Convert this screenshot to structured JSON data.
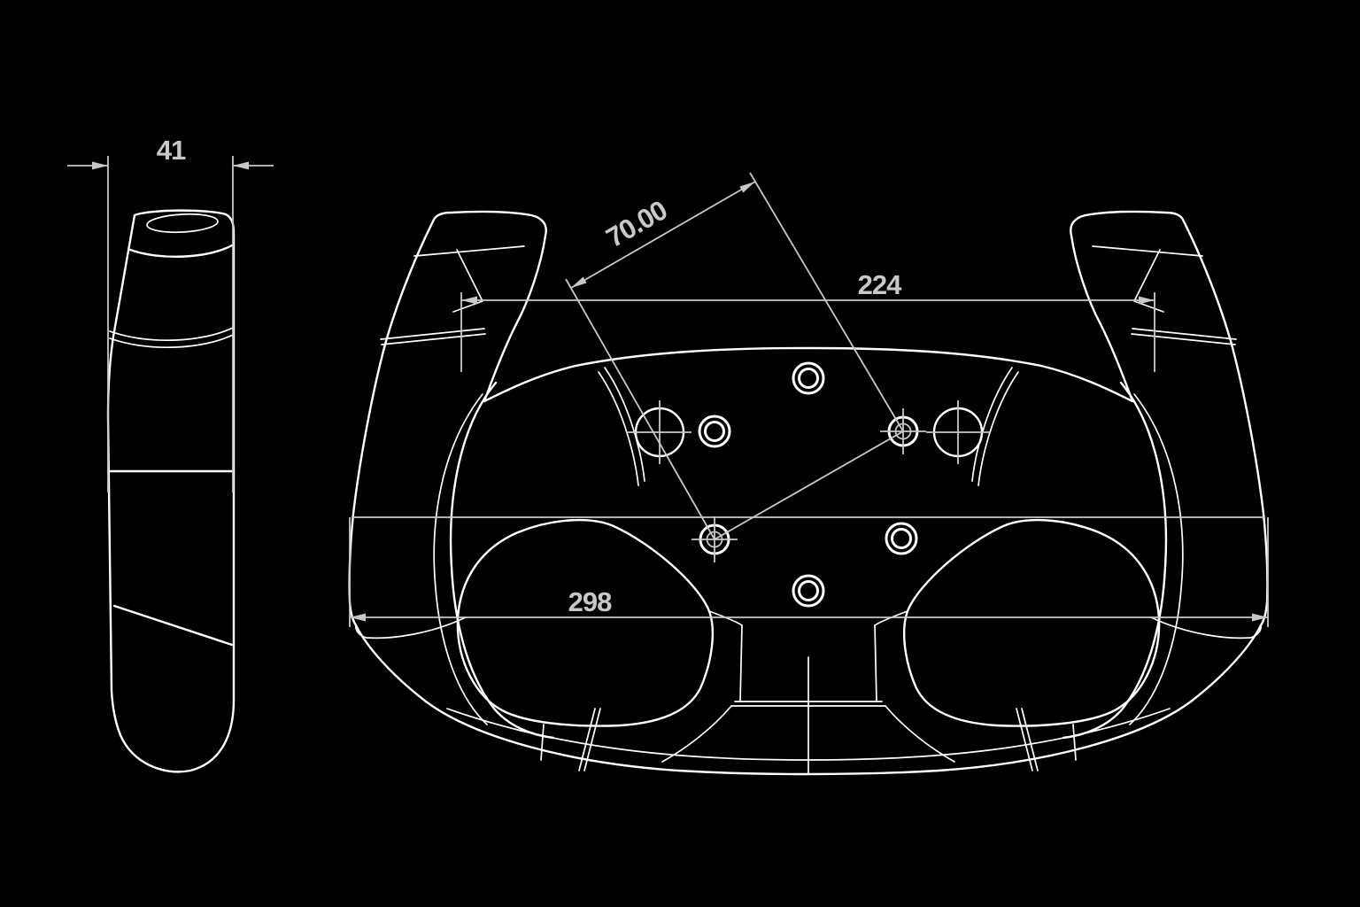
{
  "drawing": {
    "type": "technical-drawing",
    "subject": "racing steering wheel",
    "views": {
      "side": {
        "name": "side view (left)"
      },
      "front": {
        "name": "front view (right)"
      }
    },
    "dimensions": {
      "side_thickness": {
        "label": "41"
      },
      "bolt_spacing": {
        "label": "70.00"
      },
      "upper_width": {
        "label": "224"
      },
      "overall_width": {
        "label": "298"
      }
    },
    "features": {
      "bolt_holes_double_ring": 4,
      "bolt_holes_target": 2,
      "crosshair_circles": 2
    },
    "colors": {
      "background": "#000000",
      "geometry": "#ffffff",
      "dimension": "#c8c8c8"
    }
  }
}
